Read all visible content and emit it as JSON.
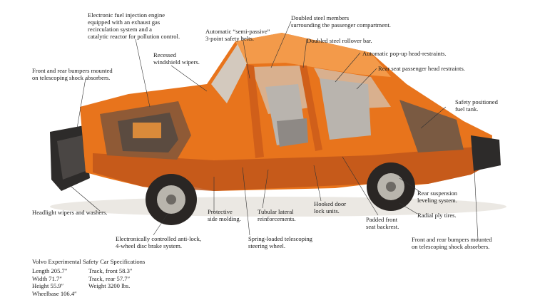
{
  "callouts": {
    "engine": "Electronic fuel injection engine\nequipped with an exhaust gas\nrecirculation system and a\ncatalytic reactor for pollution control.",
    "seat_belts": "Automatic “semi-passive”\n3-point safety belts.",
    "steel_members": "Doubled steel members\nsurrounding the passenger compartment.",
    "rollover_bar": "Doubled steel rollover bar.",
    "head_restraints": "Automatic pop-up head-restraints.",
    "rear_head_restraints": "Rear seat passenger head restraints.",
    "wipers": "Recessed\nwindshield wipers.",
    "bumpers_front": "Front and rear bumpers mounted\non telescoping shock absorbers.",
    "fuel_tank": "Safety positioned\nfuel tank.",
    "headlight_wipers": "Headlight wipers and washers.",
    "side_molding": "Protective\nside molding.",
    "lateral": "Tubular lateral\nreinforcements.",
    "door_locks": "Hooked door\nlock units.",
    "suspension": "Rear suspension\nleveling system.",
    "radial": "Radial ply tires.",
    "padded_seat": "Padded front\nseat backrest.",
    "brakes": "Electronically controlled anti-lock,\n4-wheel disc brake system.",
    "steering": "Spring-loaded telescoping\nsteering wheel.",
    "bumpers_rear": "Front and rear bumpers mounted\non telescoping shock absorbers."
  },
  "specs": {
    "title": "Volvo Experimental Safety Car Specifications",
    "col1": [
      "Length 205.7″",
      "Width 71.7″",
      "Height 55.9″",
      "Wheelbase 106.4″"
    ],
    "col2": [
      "Track, front 58.3″",
      "Track, rear 57.7″",
      "Weight 3200 lbs."
    ]
  },
  "colors": {
    "body": "#e8741c",
    "body_dark": "#c0561a",
    "body_light": "#f39a4a",
    "glass": "#cfd8da",
    "seat": "#b9b4ae",
    "tire": "#2a2624",
    "leader": "#333333"
  }
}
